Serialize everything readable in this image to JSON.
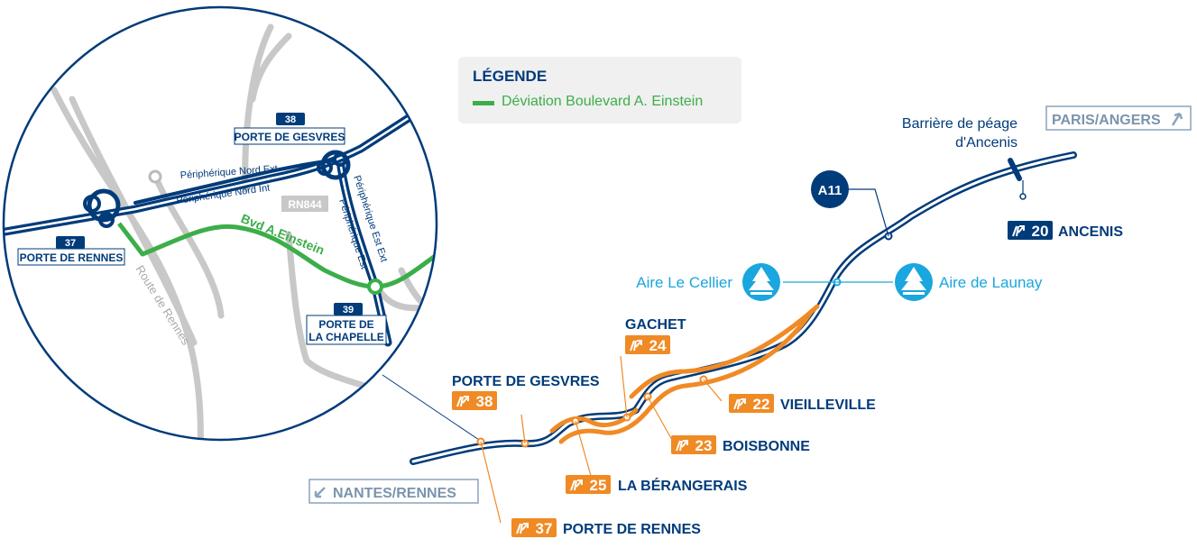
{
  "legend": {
    "title": "LÉGENDE",
    "deviation": "Déviation Boulevard A. Einstein"
  },
  "colors": {
    "road_blue": "#003b7a",
    "exit_orange": "#f08a24",
    "deviation_green": "#3cae49",
    "rest_area_cyan": "#1aa6de",
    "grey_road": "#c8c8c8"
  },
  "detail": {
    "exit_38_num": "38",
    "exit_38_name": "PORTE DE GESVRES",
    "exit_37_num": "37",
    "exit_37_name": "PORTE DE RENNES",
    "exit_39_num": "39",
    "exit_39_name_line1": "PORTE DE",
    "exit_39_name_line2": "LA CHAPELLE",
    "peri_nord_ext": "Périphérique Nord Ext",
    "peri_nord_int": "Périphérique Nord Int",
    "peri_est_ext": "Périphérique Est Ext",
    "peri_est": "Périphérique Est",
    "rn844": "RN844",
    "bvd": "Bvd A.Einstein",
    "route_rennes": "Route de Rennes"
  },
  "main": {
    "direction_west": "NANTES/RENNES",
    "direction_east": "PARIS/ANGERS",
    "motorway": "A11",
    "toll_line1": "Barrière de péage",
    "toll_line2": "d'Ancenis",
    "rest_cellier": "Aire Le Cellier",
    "rest_launay": "Aire de Launay",
    "exits": [
      {
        "num": "20",
        "name": "ANCENIS"
      },
      {
        "num": "22",
        "name": "VIEILLEVILLE"
      },
      {
        "num": "23",
        "name": "BOISBONNE"
      },
      {
        "num": "24",
        "name": "GACHET"
      },
      {
        "num": "25",
        "name": "LA BÉRANGERAIS"
      },
      {
        "num": "37",
        "name": "PORTE DE RENNES"
      },
      {
        "num": "38",
        "name": "PORTE DE GESVRES"
      }
    ]
  }
}
